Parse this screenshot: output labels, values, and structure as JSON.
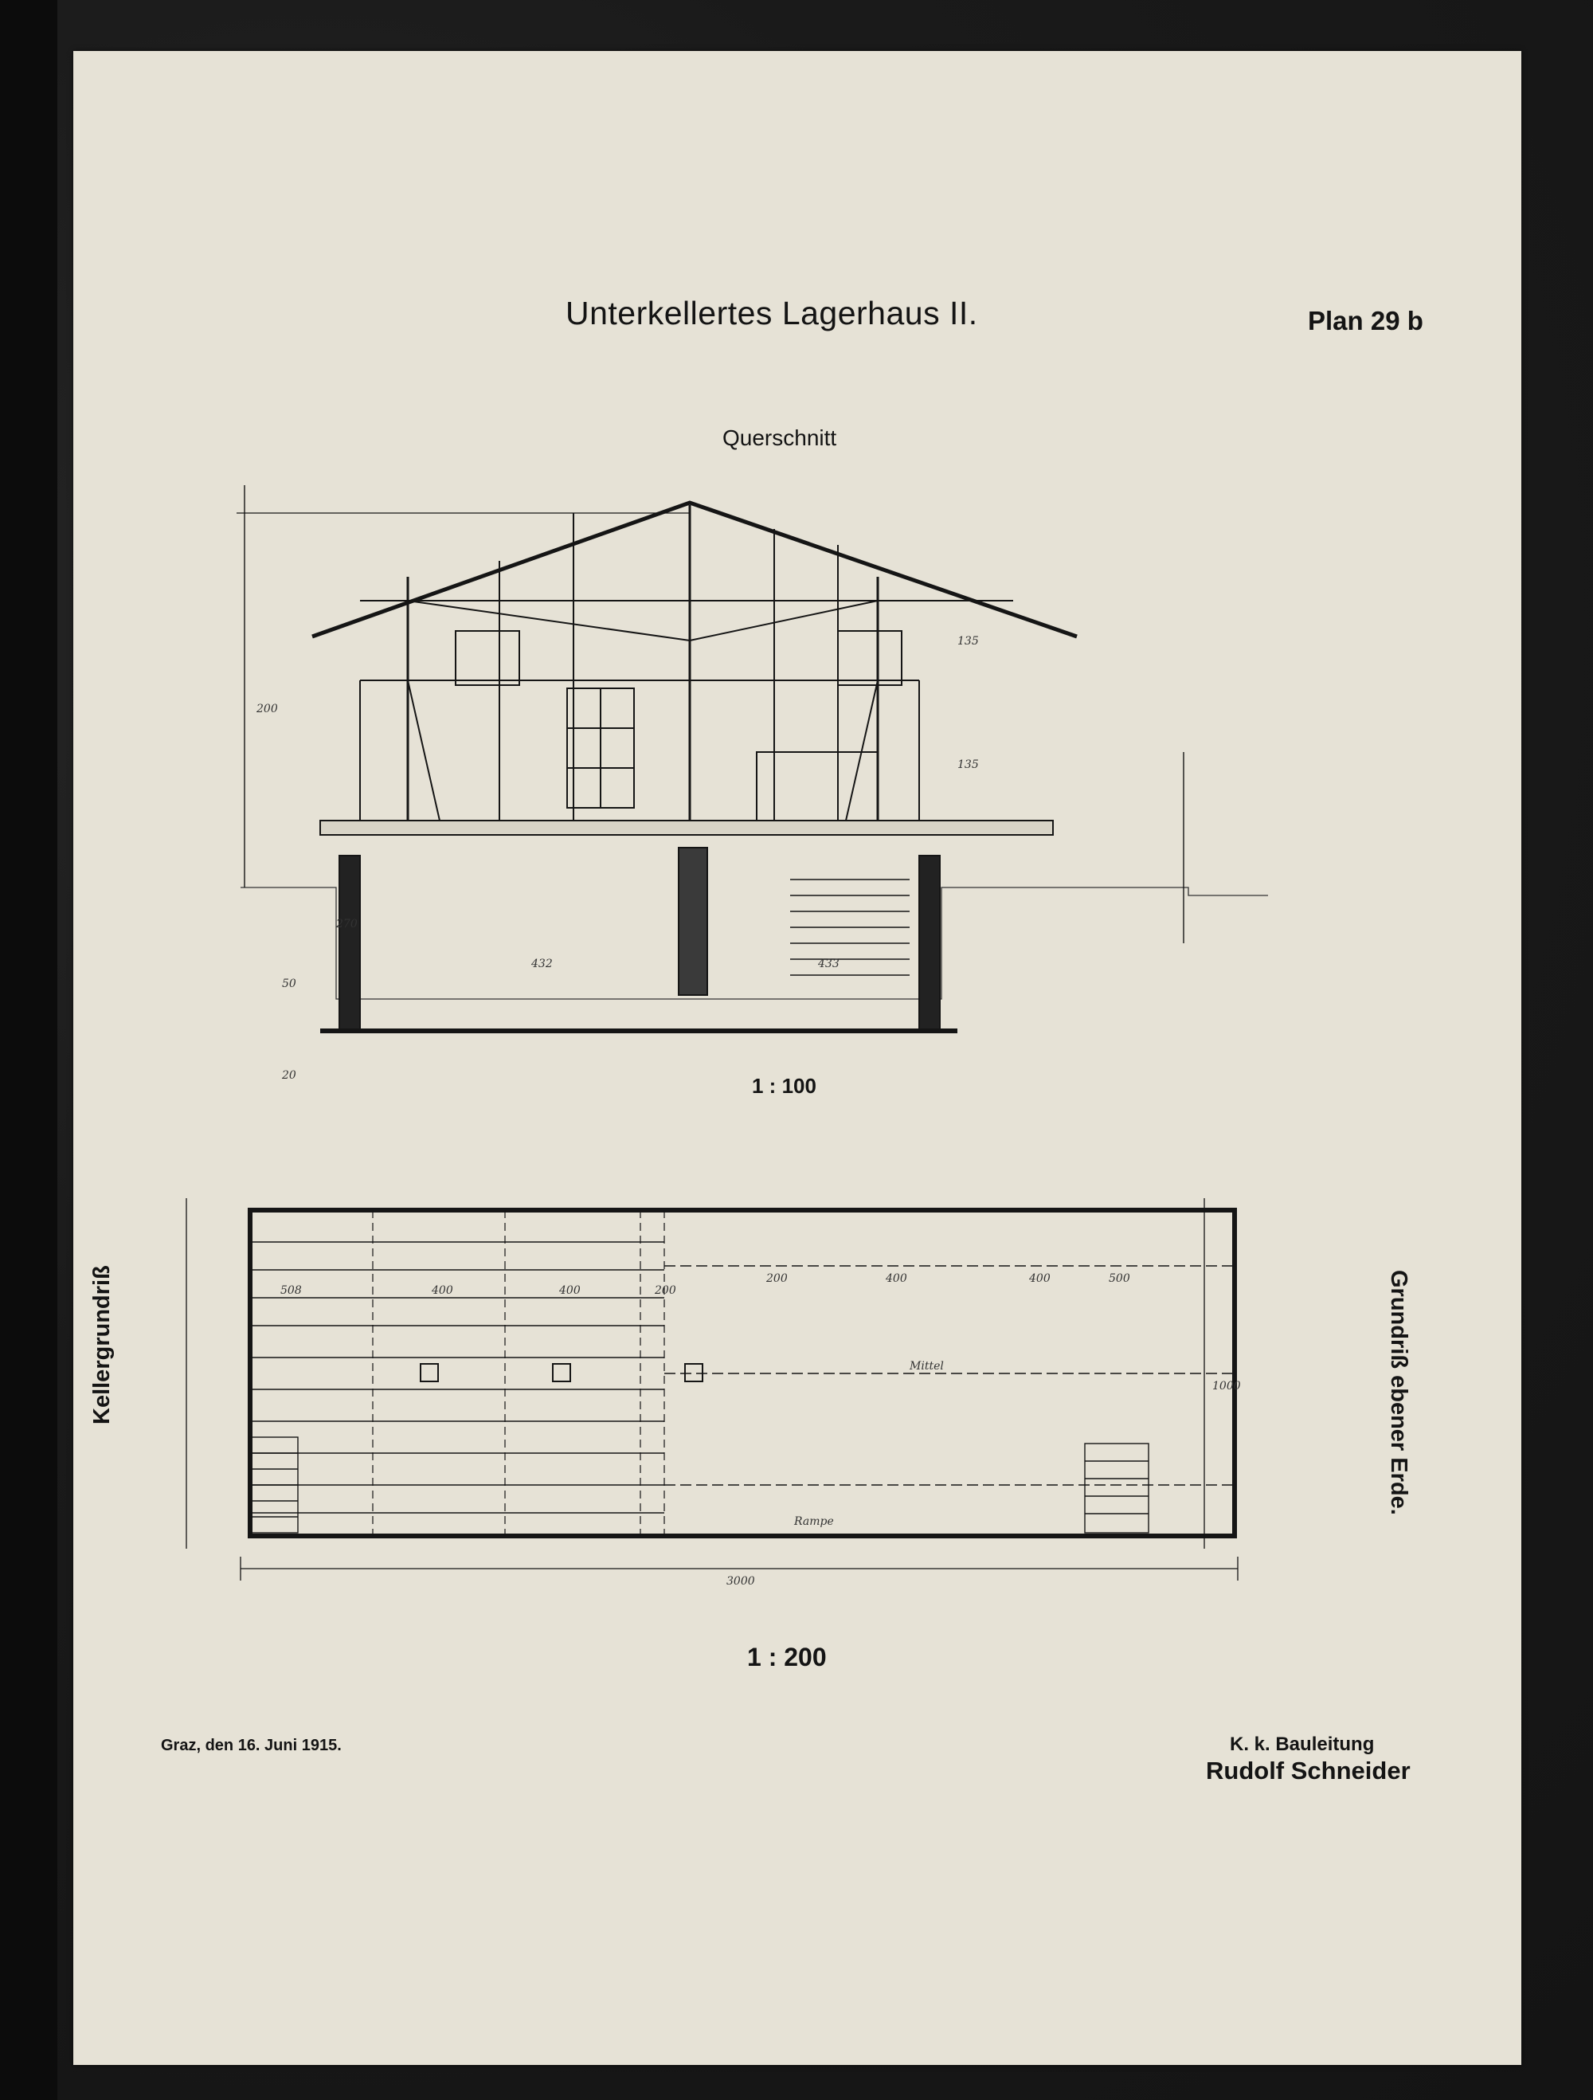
{
  "sheet": {
    "title": "Unterkellertes Lagerhaus II.",
    "plan_number": "Plan 29 b",
    "section_label": "Querschnitt",
    "section_scale": "1 : 100",
    "plan_left_label": "Kellergrundriß",
    "plan_right_label": "Grundriß ebener Erde.",
    "plan_scale": "1 : 200",
    "place_date": "Graz, den 16. Juni 1915.",
    "office": "K. k. Bauleitung",
    "signer": "Rudolf Schneider"
  },
  "section_dims": [
    "432",
    "433",
    "135",
    "135",
    "200",
    "270",
    "20",
    "50"
  ],
  "plan_dims": [
    "508",
    "400",
    "400",
    "200",
    "200",
    "400",
    "400",
    "500",
    "3000",
    "1000",
    "Mittel",
    "Rampe"
  ],
  "colors": {
    "paper": "#e6e2d6",
    "ink": "#141414",
    "backdrop": "#1b1b1b"
  }
}
